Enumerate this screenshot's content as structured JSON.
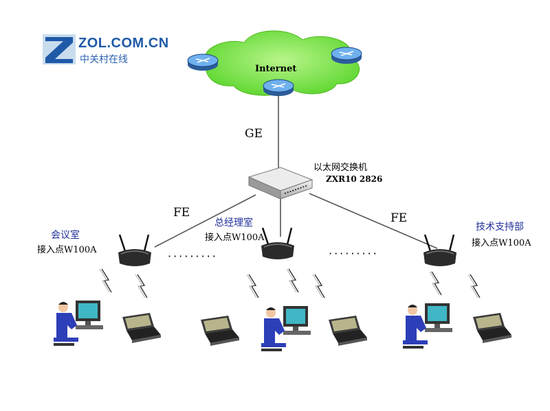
{
  "logo": {
    "text_en": "ZOL.COM.CN",
    "text_cn": "中关村在线"
  },
  "cloud": {
    "label": "Internet"
  },
  "uplink": {
    "label": "GE"
  },
  "switch": {
    "name": "以太网交换机",
    "model": "ZXR10 2826"
  },
  "links": {
    "left_label": "FE",
    "right_label": "FE"
  },
  "access_points": [
    {
      "room": "会议室",
      "device": "接入点W100A"
    },
    {
      "room": "总经理室",
      "device": "接入点W100A"
    },
    {
      "room": "技术支持部",
      "device": "接入点W100A"
    }
  ],
  "ellipsis": "·········",
  "icons": [
    "router-icon",
    "switch-icon",
    "wireless-ap-icon",
    "wireless-signal-icon",
    "desktop-user-icon",
    "laptop-icon"
  ],
  "colors": {
    "cloud": "#7de34f",
    "room_label": "#1f2f9a",
    "router": "#4a8fd6"
  }
}
